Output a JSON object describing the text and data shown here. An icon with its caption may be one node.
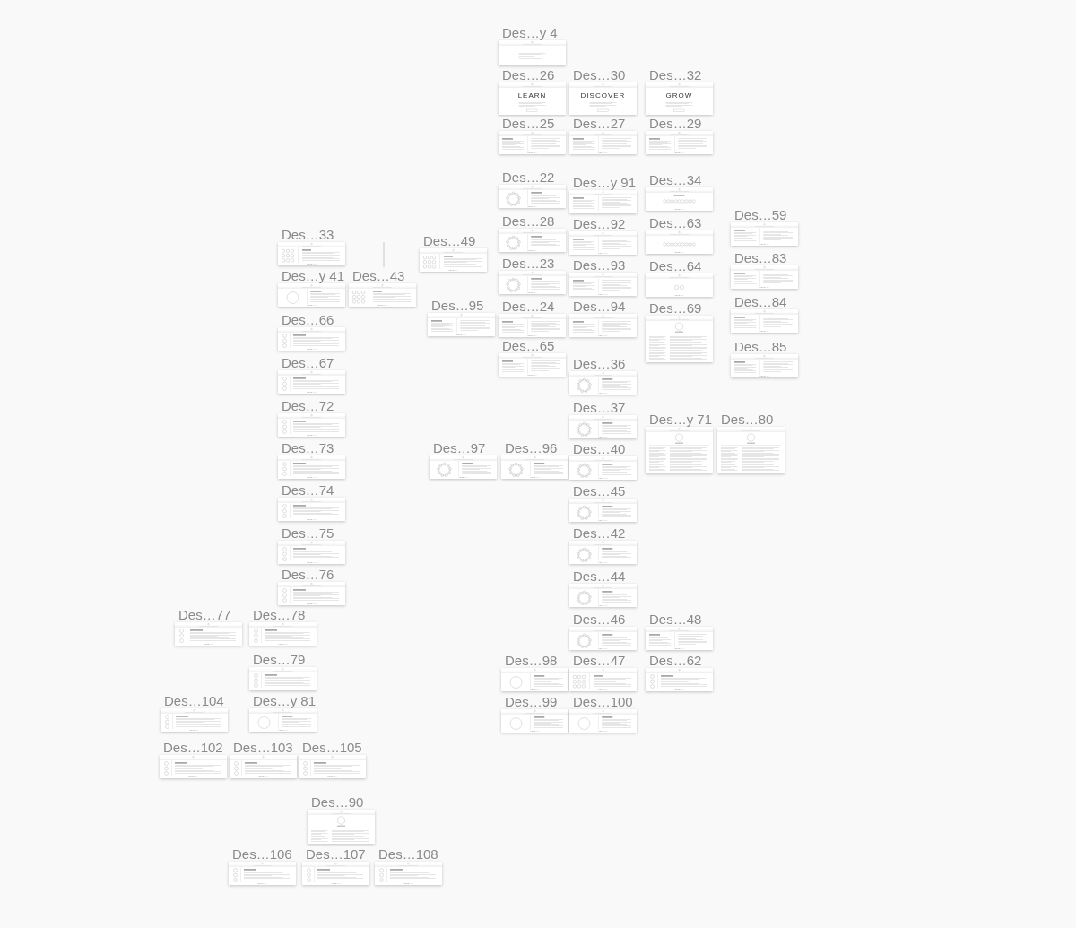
{
  "diagram": {
    "nodes": [
      {
        "text": [
          "Des…y 4"
        ]
      },
      {
        "text": [
          "Des…26",
          "LEARN"
        ]
      },
      {
        "text": [
          "Des…30",
          "DISCOVER"
        ]
      },
      {
        "text": [
          "Des…32",
          "GROW"
        ]
      },
      {
        "text": [
          "Des…25"
        ]
      },
      {
        "text": [
          "Des…27"
        ]
      },
      {
        "text": [
          "Des…29"
        ]
      },
      {
        "text": [
          "Des…22"
        ]
      },
      {
        "text": [
          "Des…y 91"
        ]
      },
      {
        "text": [
          "Des…34"
        ]
      },
      {
        "text": [
          "Des…59"
        ]
      },
      {
        "text": [
          "Des…28"
        ]
      },
      {
        "text": [
          "Des…92"
        ]
      },
      {
        "text": [
          "Des…63"
        ]
      },
      {
        "text": [
          "Des…33"
        ]
      },
      {
        "text": [
          "Des…49"
        ]
      },
      {
        "text": [
          "Des…23"
        ]
      },
      {
        "text": [
          "Des…93"
        ]
      },
      {
        "text": [
          "Des…64"
        ]
      },
      {
        "text": [
          "Des…83"
        ]
      },
      {
        "text": [
          "Des…y 41"
        ]
      },
      {
        "text": [
          "Des…43"
        ]
      },
      {
        "text": [
          "Des…95"
        ]
      },
      {
        "text": [
          "Des…24"
        ]
      },
      {
        "text": [
          "Des…94"
        ]
      },
      {
        "text": [
          "Des…69"
        ]
      },
      {
        "text": [
          "Des…84"
        ]
      },
      {
        "text": [
          "Des…66"
        ]
      },
      {
        "text": [
          "Des…65"
        ]
      },
      {
        "text": [
          "Des…85"
        ]
      },
      {
        "text": [
          "Des…67"
        ]
      },
      {
        "text": [
          "Des…36"
        ]
      },
      {
        "text": [
          "Des…72"
        ]
      },
      {
        "text": [
          "Des…37"
        ]
      },
      {
        "text": [
          "Des…y 71"
        ]
      },
      {
        "text": [
          "Des…80"
        ]
      },
      {
        "text": [
          "Des…73"
        ]
      },
      {
        "text": [
          "Des…97"
        ]
      },
      {
        "text": [
          "Des…96"
        ]
      },
      {
        "text": [
          "Des…40"
        ]
      },
      {
        "text": [
          "Des…74"
        ]
      },
      {
        "text": [
          "Des…45"
        ]
      },
      {
        "text": [
          "Des…75"
        ]
      },
      {
        "text": [
          "Des…42"
        ]
      },
      {
        "text": [
          "Des…76"
        ]
      },
      {
        "text": [
          "Des…44"
        ]
      },
      {
        "text": [
          "Des…77"
        ]
      },
      {
        "text": [
          "Des…78"
        ]
      },
      {
        "text": [
          "Des…46"
        ]
      },
      {
        "text": [
          "Des…48"
        ]
      },
      {
        "text": [
          "Des…79"
        ]
      },
      {
        "text": [
          "Des…98"
        ]
      },
      {
        "text": [
          "Des…47"
        ]
      },
      {
        "text": [
          "Des…62"
        ]
      },
      {
        "text": [
          "Des…104"
        ]
      },
      {
        "text": [
          "Des…y 81"
        ]
      },
      {
        "text": [
          "Des…99"
        ]
      },
      {
        "text": [
          "Des…100"
        ]
      },
      {
        "text": [
          "Des…102"
        ]
      },
      {
        "text": [
          "Des…103"
        ]
      },
      {
        "text": [
          "Des…105"
        ]
      },
      {
        "text": [
          "Des…90"
        ]
      },
      {
        "text": [
          "Des…106"
        ]
      },
      {
        "text": [
          "Des…107"
        ]
      },
      {
        "text": [
          "Des…108"
        ]
      }
    ]
  }
}
